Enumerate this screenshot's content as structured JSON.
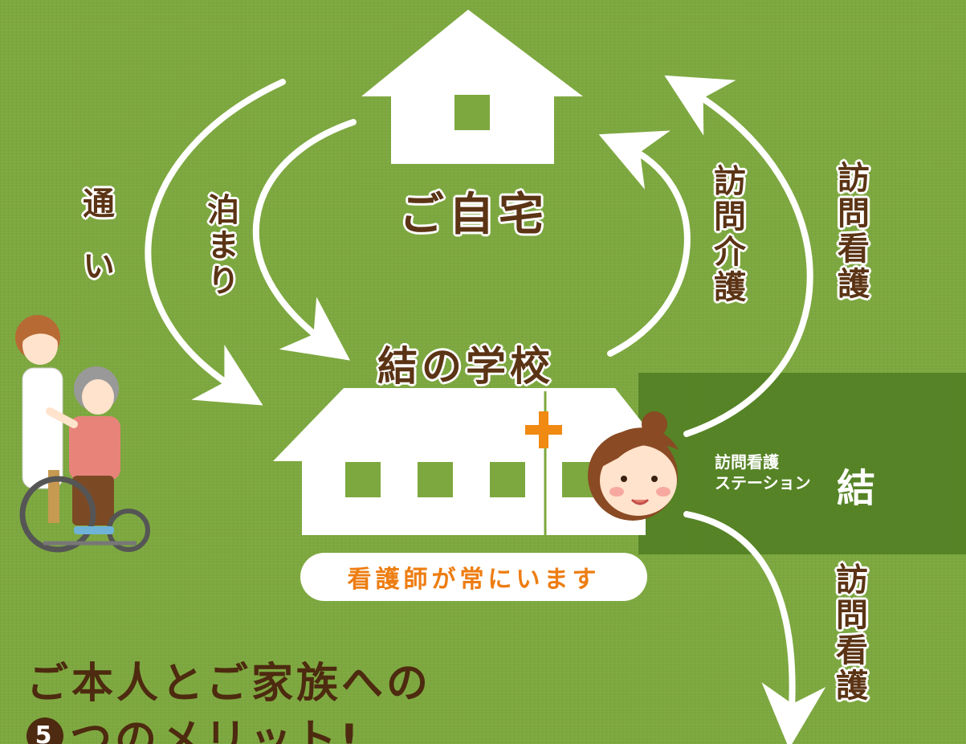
{
  "diagram": {
    "home_label": "ご自宅",
    "school_label": "結の学校",
    "kayoi_label": "通い",
    "tomari_label": "泊まり",
    "kaigo_label": "訪問介護",
    "kango_label_upper": "訪問看護",
    "kango_label_lower": "訪問看護",
    "station_small": "訪問看護\nステーション",
    "station_big": "結",
    "nurse_pill": "看護師が常にいます"
  },
  "headline": {
    "line1": "ご本人とご家族への",
    "number": "5",
    "line2": "つのメリット!"
  },
  "icons": {
    "home": "house-icon",
    "school": "school-building-icon",
    "cross": "medical-cross-icon",
    "nurse": "nurse-face-icon",
    "wheelchair": "wheelchair-illustration"
  },
  "colors": {
    "background": "#7da83f",
    "station_band": "#4f7c22",
    "text_brown": "#5b3415",
    "accent_orange": "#ed7d12"
  }
}
